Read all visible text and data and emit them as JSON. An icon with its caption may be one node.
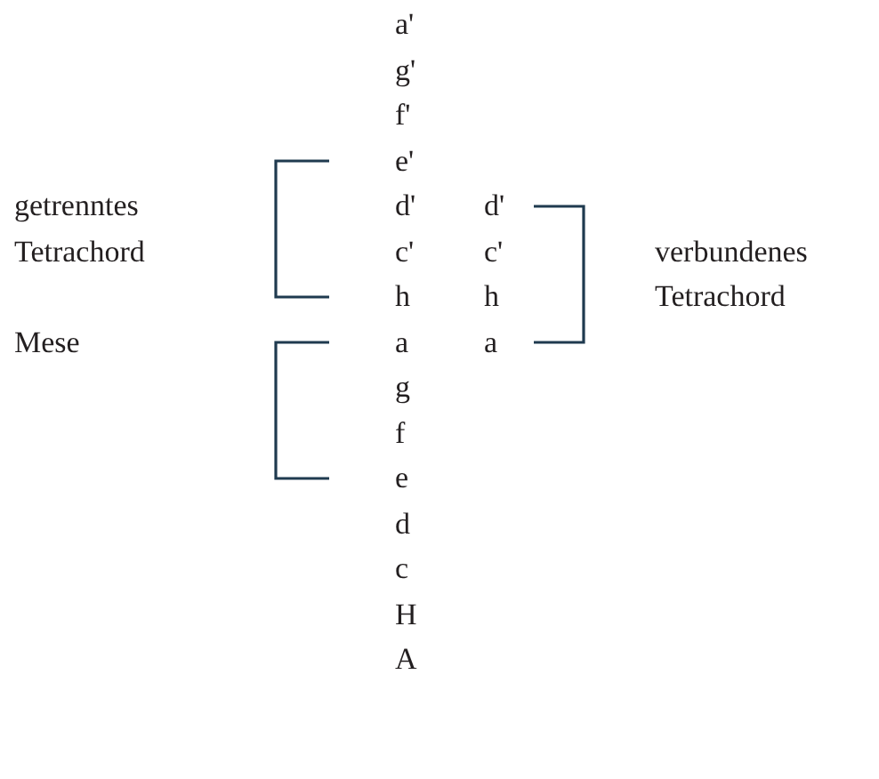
{
  "diagram": {
    "labels": [
      "a'",
      "g'",
      "f'",
      "e'",
      "getrenntes Tetrachord",
      "d'",
      "d'",
      "c'",
      "c'",
      "verbundenes Tetrachord",
      "h",
      "h",
      "Mese",
      "a",
      "a",
      "g",
      "f",
      "e",
      "d",
      "c",
      "H",
      "A"
    ]
  }
}
